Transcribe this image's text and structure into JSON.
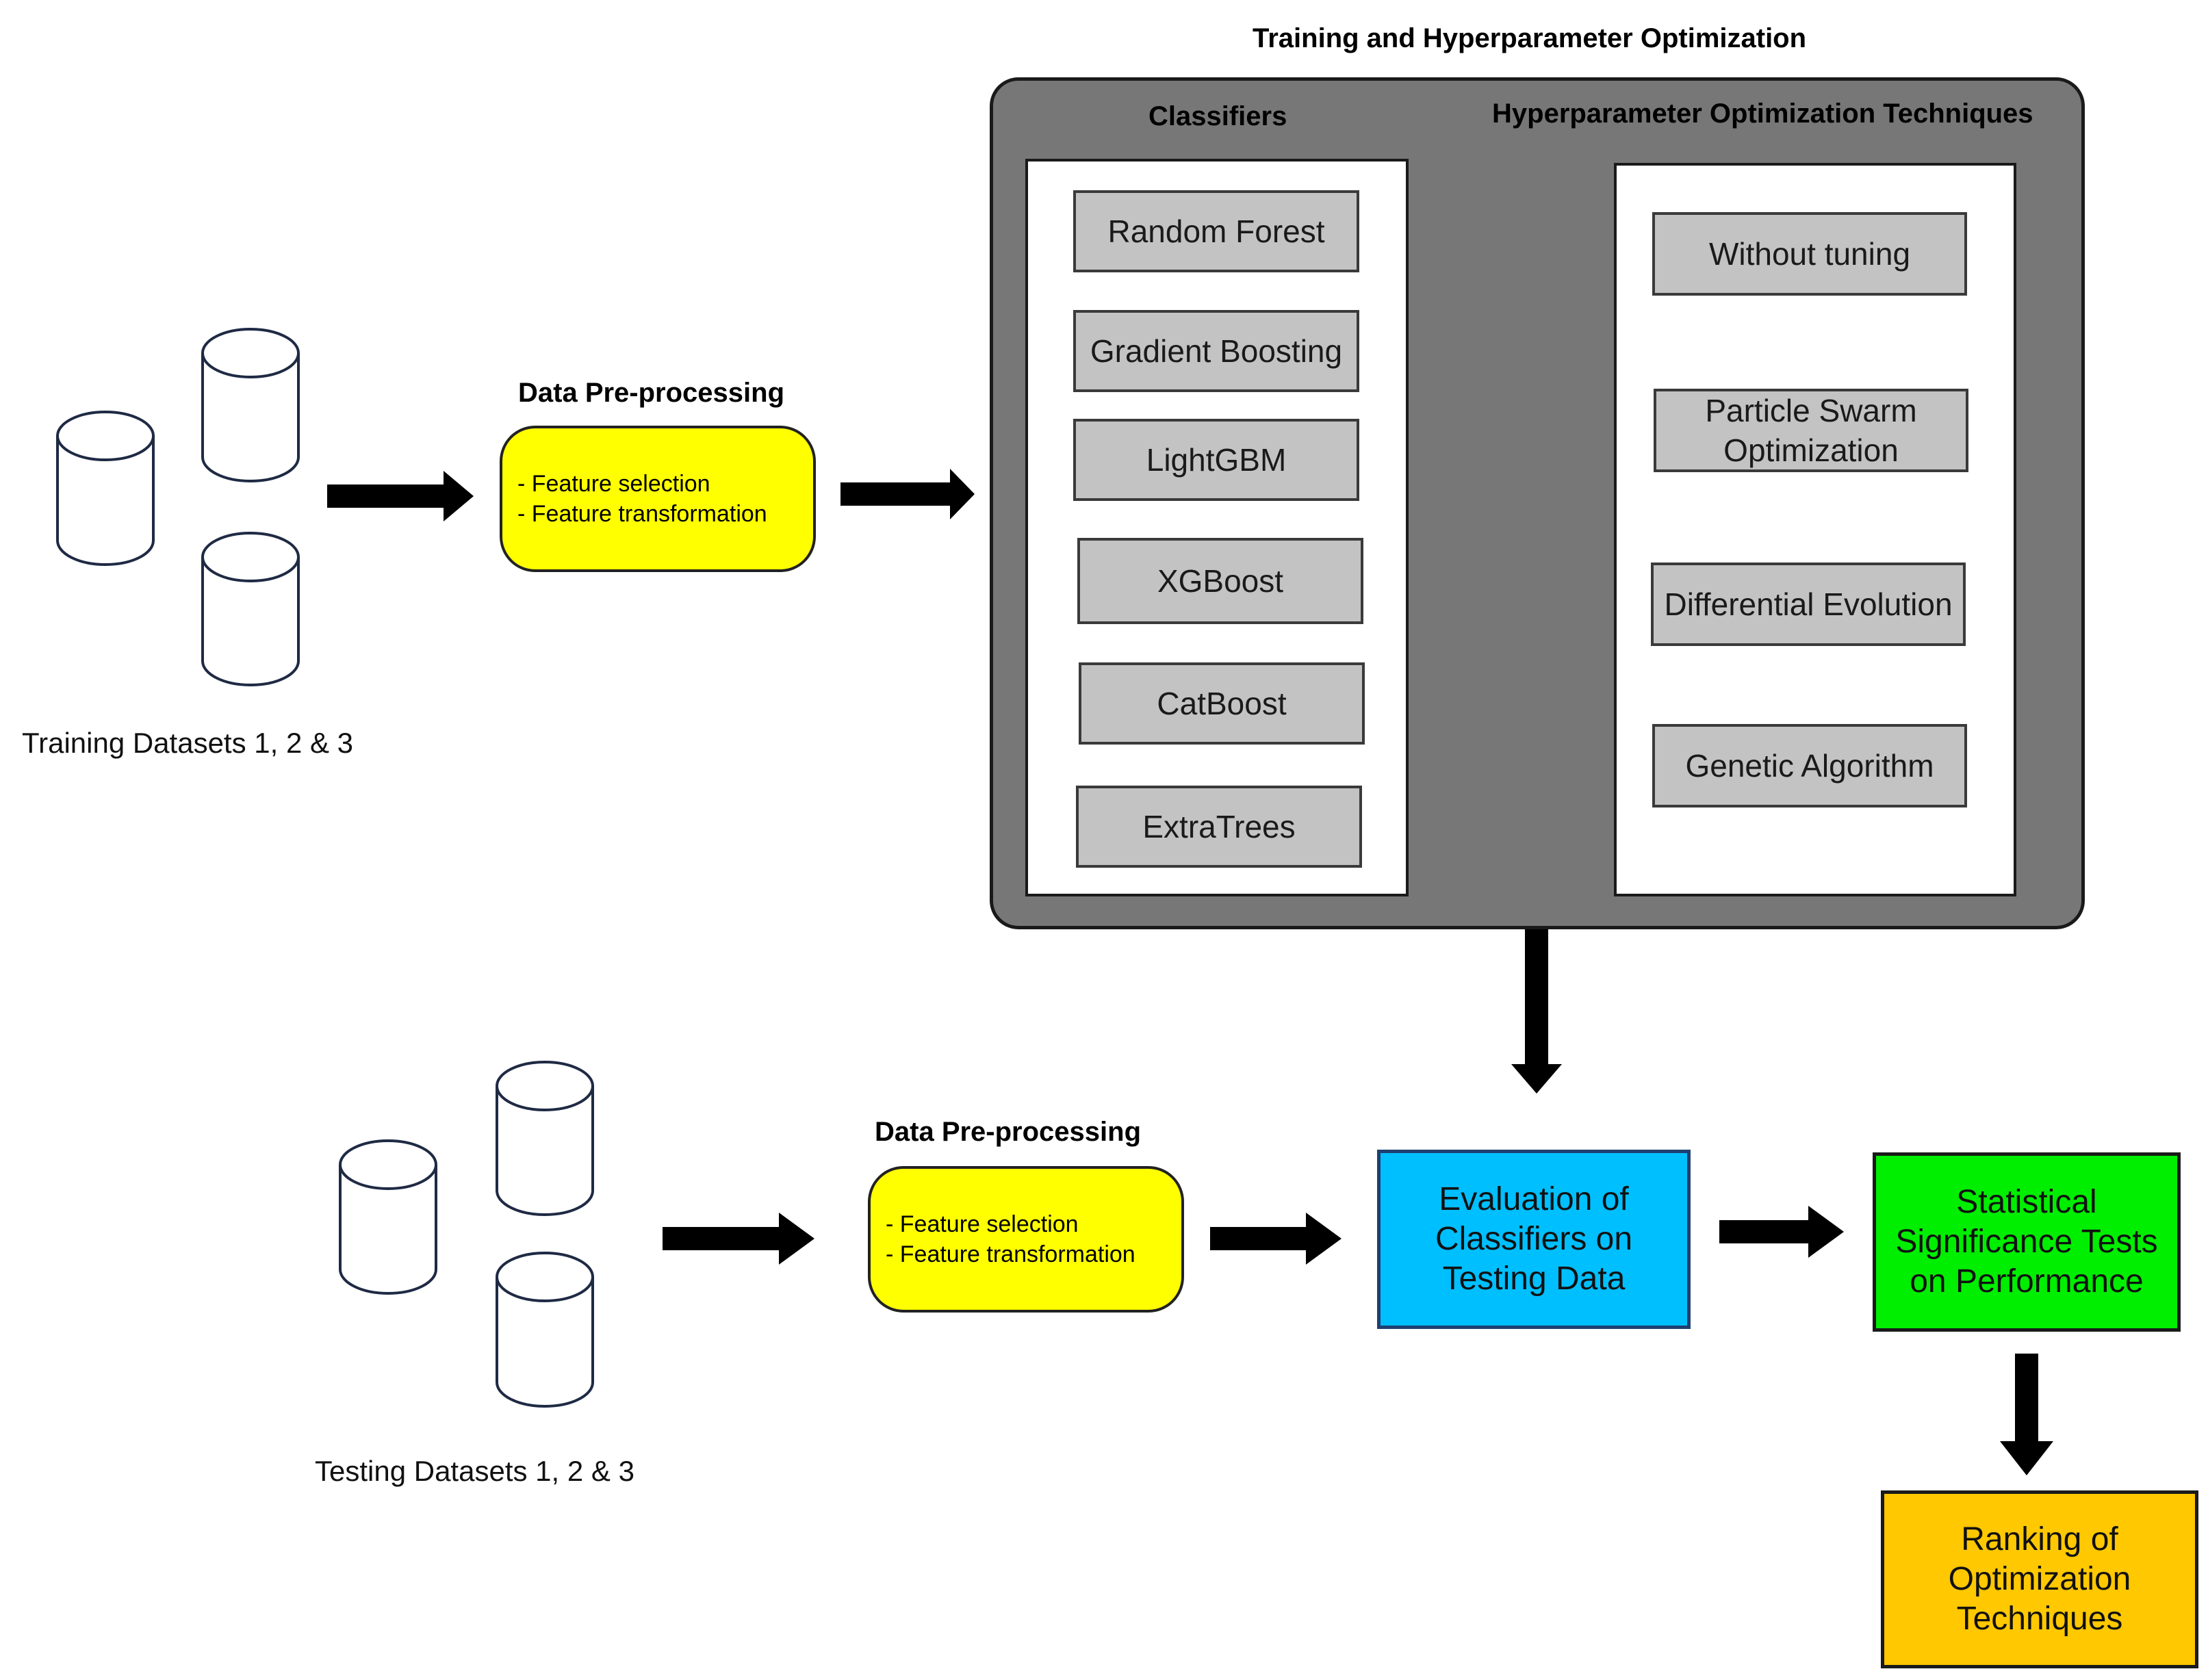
{
  "colors": {
    "panel_dark": "#777777",
    "gray_box": "#c3c3c3",
    "preprocess_yellow": "#ffff00",
    "evaluation_blue": "#00bfff",
    "statistics_green": "#00ee00",
    "ranking_orange": "#ffc800",
    "cylinder_stroke": "#1f2a44",
    "arrow": "#000000"
  },
  "training": {
    "datasets_label": "Training Datasets 1, 2 & 3",
    "preprocessing_title": "Data Pre-processing",
    "preprocessing_lines": [
      "- Feature selection",
      "- Feature transformation"
    ]
  },
  "panel": {
    "title": "Training and Hyperparameter Optimization",
    "classifiers_heading": "Classifiers",
    "techniques_heading": "Hyperparameter Optimization Techniques",
    "classifiers": [
      "Random Forest",
      "Gradient Boosting",
      "LightGBM",
      "XGBoost",
      "CatBoost",
      "ExtraTrees"
    ],
    "techniques": [
      "Without tuning",
      "Particle Swarm Optimization",
      "Differential Evolution",
      "Genetic Algorithm"
    ]
  },
  "testing": {
    "datasets_label": "Testing Datasets 1, 2 & 3",
    "preprocessing_title": "Data Pre-processing",
    "preprocessing_lines": [
      "- Feature selection",
      "- Feature transformation"
    ]
  },
  "flow": {
    "evaluation": "Evaluation of Classifiers on Testing Data",
    "statistics": "Statistical Significance Tests on Performance",
    "ranking": "Ranking of Optimization Techniques"
  }
}
